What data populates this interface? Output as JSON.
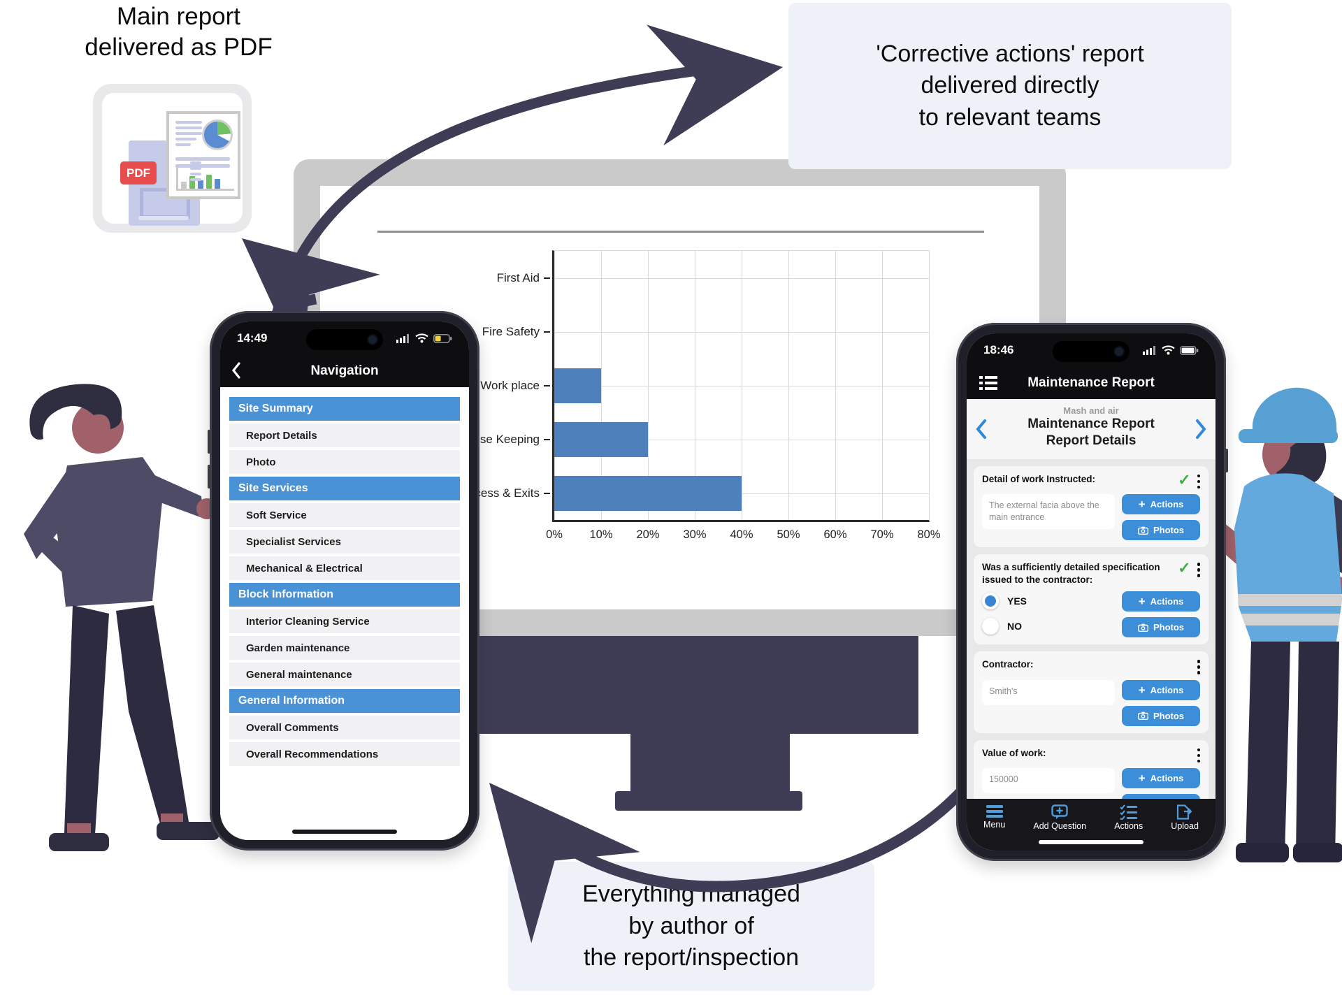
{
  "callout_pdf": {
    "line1": "Main report",
    "line2": "delivered as PDF"
  },
  "pdf_badge": "PDF",
  "callout_corrective": {
    "line1": "'Corrective actions' report",
    "line2": "delivered directly",
    "line3": "to relevant teams"
  },
  "callout_managed": {
    "line1": "Everything managed",
    "line2": "by author of",
    "line3": "the report/inspection"
  },
  "colors": {
    "arrow": "#3f3d56",
    "accent_blue": "#4a92d6",
    "bar_blue": "#4e80bc",
    "button_blue": "#3d8ed8",
    "success_green": "#3cb043",
    "callout_bg": "#eef2f8",
    "monitor_bezel": "#cacaca",
    "monitor_body": "#3f3d56"
  },
  "chart_data": {
    "type": "bar",
    "orientation": "horizontal",
    "title": "",
    "categories": [
      "First Aid",
      "Fire Safety",
      "Work place",
      "House Keeping",
      "Access & Exits"
    ],
    "values": [
      0,
      0,
      10,
      20,
      40
    ],
    "unit": "%",
    "xlabel": "",
    "ylabel": "",
    "xlim": [
      0,
      80
    ],
    "x_ticks": [
      "0%",
      "10%",
      "20%",
      "30%",
      "40%",
      "50%",
      "60%",
      "70%",
      "80%"
    ],
    "grid": true,
    "legend": false,
    "bar_color": "#4e80bc"
  },
  "left_phone": {
    "status_time": "14:49",
    "title": "Navigation",
    "rows": [
      {
        "type": "header",
        "label": "Site Summary"
      },
      {
        "type": "item",
        "label": "Report Details"
      },
      {
        "type": "item",
        "label": "Photo"
      },
      {
        "type": "header",
        "label": "Site Services"
      },
      {
        "type": "item",
        "label": "Soft Service"
      },
      {
        "type": "item",
        "label": "Specialist Services"
      },
      {
        "type": "item",
        "label": "Mechanical & Electrical"
      },
      {
        "type": "header",
        "label": "Block Information"
      },
      {
        "type": "item",
        "label": "Interior Cleaning Service"
      },
      {
        "type": "item",
        "label": "Garden maintenance"
      },
      {
        "type": "item",
        "label": "General maintenance"
      },
      {
        "type": "header",
        "label": "General Information"
      },
      {
        "type": "item",
        "label": "Overall Comments"
      },
      {
        "type": "item",
        "label": "Overall Recommendations"
      }
    ]
  },
  "right_phone": {
    "status_time": "18:46",
    "title": "Maintenance Report",
    "site_label": "Mash and air",
    "report_line1": "Maintenance Report",
    "report_line2": "Report Details",
    "cards": [
      {
        "question": "Detail of work Instructed:",
        "checked": true,
        "answer": "The external facia above the main entrance",
        "actions_label": "Actions",
        "photos_label": "Photos"
      },
      {
        "question": "Was a sufficiently detailed specification issued to the contractor:",
        "checked": true,
        "yes_label": "YES",
        "no_label": "NO",
        "selected": "YES",
        "actions_label": "Actions",
        "photos_label": "Photos"
      },
      {
        "question": "Contractor:",
        "checked": false,
        "answer": "Smith's",
        "actions_label": "Actions",
        "photos_label": "Photos"
      },
      {
        "question": "Value of work:",
        "checked": false,
        "answer": "150000",
        "actions_label": "Actions"
      }
    ],
    "tabbar": [
      {
        "label": "Menu"
      },
      {
        "label": "Add Question"
      },
      {
        "label": "Actions"
      },
      {
        "label": "Upload"
      }
    ]
  }
}
